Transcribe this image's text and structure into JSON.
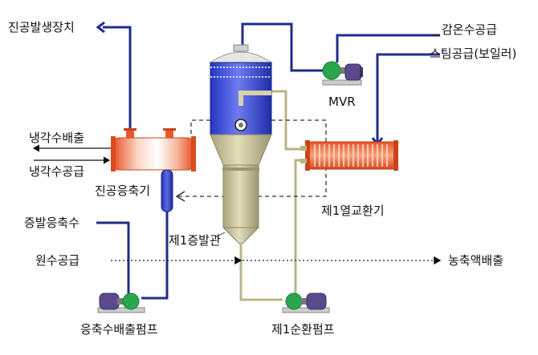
{
  "labels": {
    "vacuum_generator": "진공발생장치",
    "cooling_water_discharge": "냉각수배출",
    "cooling_water_supply": "냉각수공급",
    "vacuum_condenser": "진공응축기",
    "evaporated_condensate": "증발응축수",
    "raw_water_supply": "원수공급",
    "condensate_discharge_pump": "응축수배출펌프",
    "first_evaporator": "제1증발관",
    "first_circulation_pump": "제1순환펌프",
    "first_heat_exchanger": "제1열교환기",
    "concentrate_discharge": "농축액배출",
    "warm_water_supply": "감온수공급",
    "steam_supply": "스팀공급(보일러)",
    "mvr": "MVR"
  },
  "colors": {
    "pipe_blue": "#1f2d8a",
    "pipe_khaki": "#b9b38a",
    "vessel_blue": "#2f3fd6",
    "vessel_khaki": "#c9c39a",
    "exchanger_orange": "#e8572a",
    "pump_green": "#2aa64f",
    "motor_purple": "#5a4a8c"
  }
}
